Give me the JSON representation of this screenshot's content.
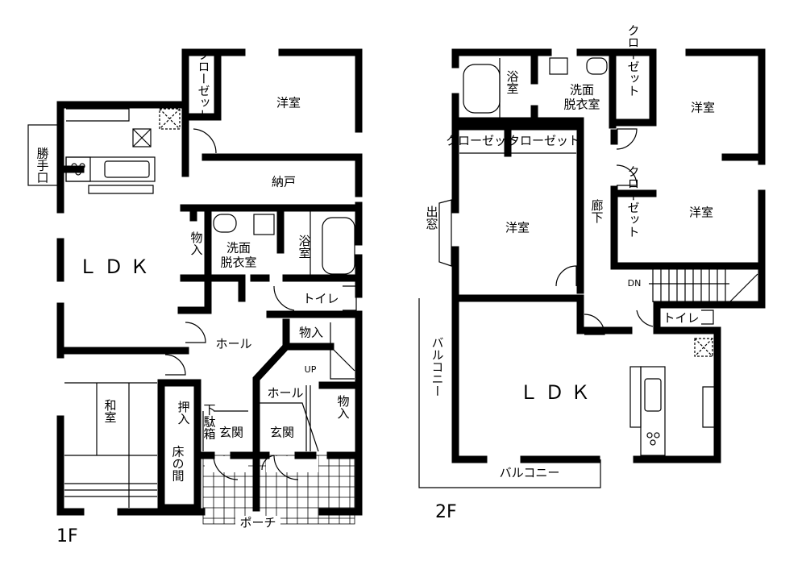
{
  "floor_1": {
    "label": "1F",
    "rooms": {
      "closet": "クローゼット",
      "western_room": "洋室",
      "storeroom": "納戸",
      "kitchen_door": "勝手口",
      "ldk": "ＬＤＫ",
      "storage_1": "物入",
      "washroom_1": "洗面",
      "washroom_2": "脱衣室",
      "bath": "浴室",
      "toilet": "トイレ",
      "hall_1": "ホール",
      "storage_2": "物入",
      "up": "UP",
      "hall_2": "ホール",
      "japanese_room": "和室",
      "oshiire": "押入",
      "tokonoma": "床の間",
      "shoe_box": "下駄箱",
      "entrance_1": "玄関",
      "entrance_2": "玄関",
      "storage_3": "物入",
      "porch": "ポーチ"
    }
  },
  "floor_2": {
    "label": "2F",
    "rooms": {
      "bath": "浴室",
      "washroom_1": "洗面",
      "washroom_2": "脱衣室",
      "closet_1": "クローゼット",
      "western_room_1": "洋室",
      "closet_2": "クローゼット",
      "closet_3": "クローゼット",
      "bay_window": "出窓",
      "western_room_2": "洋室",
      "corridor": "廊下",
      "western_room_3": "洋室",
      "closet_4": "クローゼット",
      "dn": "DN",
      "toilet": "トイレ",
      "ldk": "ＬＤＫ",
      "balcony_1": "バルコニー",
      "balcony_2": "バルコニー"
    }
  }
}
